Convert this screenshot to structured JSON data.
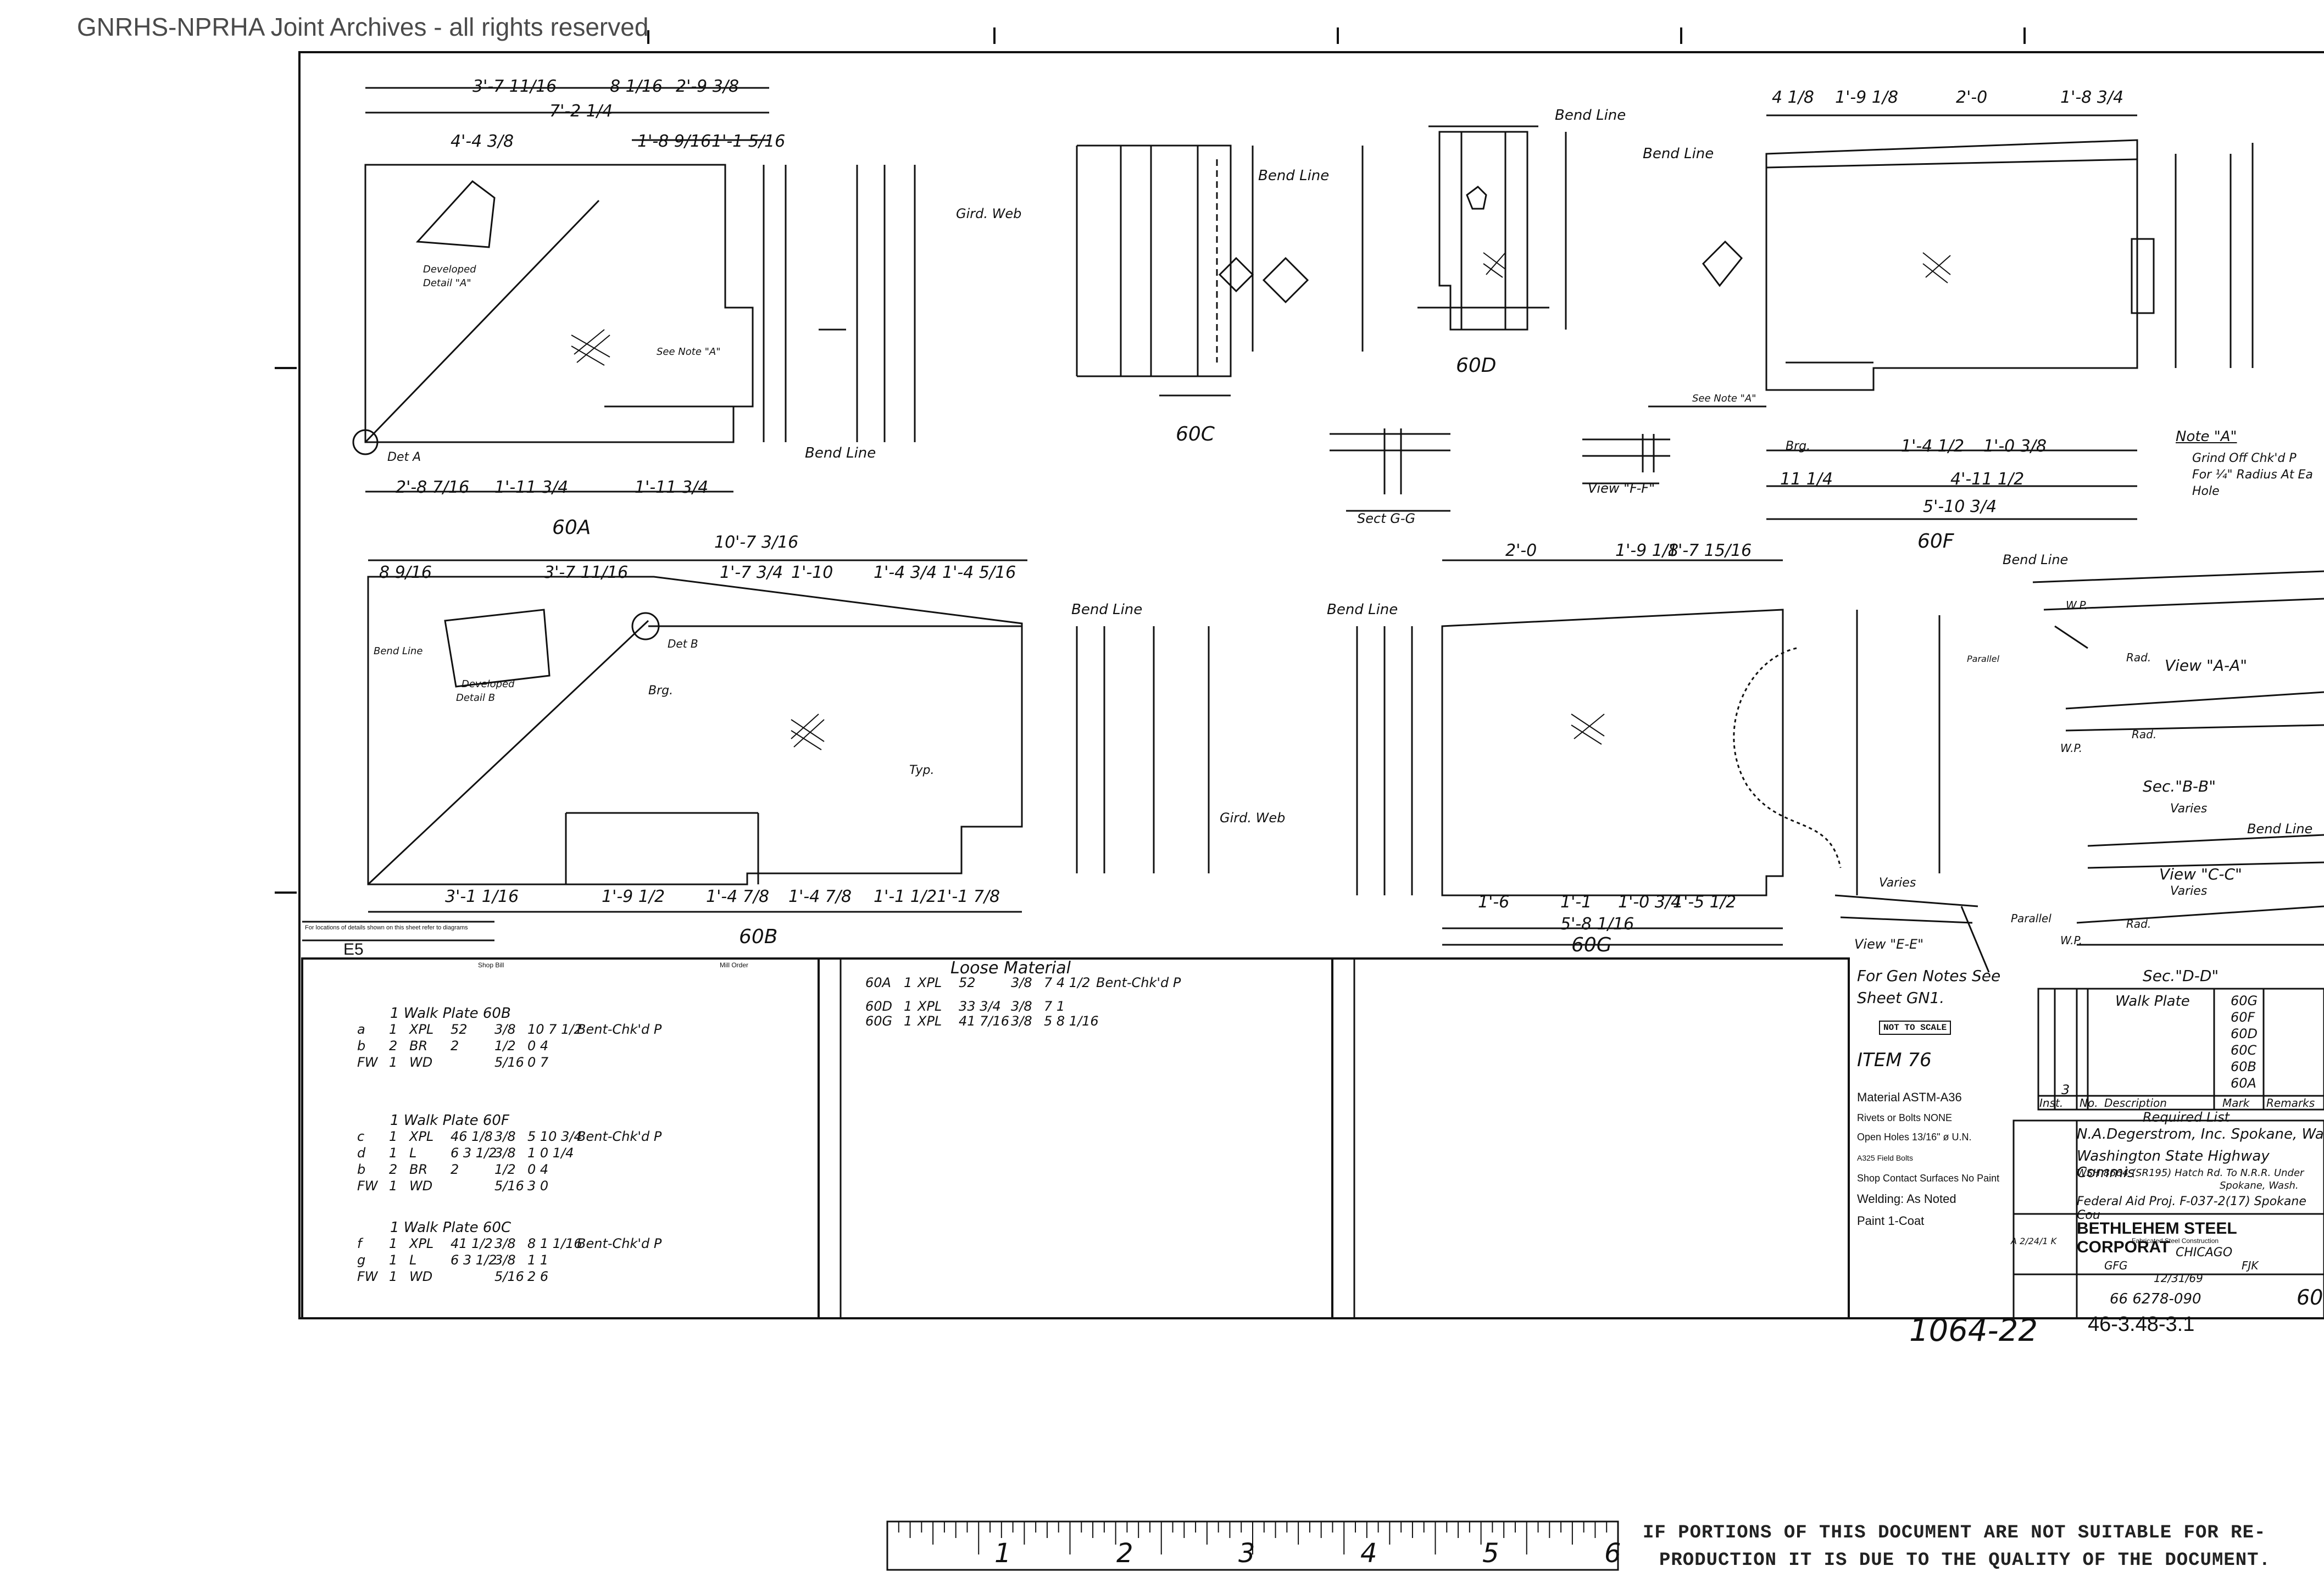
{
  "watermark": "GNRHS-NPRHA Joint Archives - all rights reserved",
  "views": {
    "a": "60A",
    "b": "60B",
    "c": "60C",
    "d": "60D",
    "f": "60F",
    "g": "60G"
  },
  "section_labels": {
    "ff": "View \"F-F\"",
    "gg": "Sect G-G",
    "aa": "View \"A-A\"",
    "bb": "Sec.\"B-B\"",
    "cc": "View \"C-C\"",
    "dd": "Sec.\"D-D\"",
    "ee": "View \"E-E\""
  },
  "callouts": {
    "bend_line": "Bend Line",
    "gird_web": "Gird. Web",
    "developed_a": "Developed",
    "detail_a": "Detail \"A\"",
    "detail_b": "Detail B",
    "det_a": "Det A",
    "det_b": "Det B",
    "see_note_a": "See Note \"A\"",
    "brg": "Brg.",
    "varies": "Varies",
    "parallel": "Parallel",
    "rad": "Rad.",
    "wp": "W.P.",
    "typ": "Typ."
  },
  "note_a": {
    "title": "Note \"A\"",
    "l1": "Grind Off Chk'd P",
    "l2": "For ¼\" Radius At Ea",
    "l3": "Hole"
  },
  "dims_60a": [
    "3'-7 11/16",
    "8 1/16",
    "2'-9 3/8",
    "7'-2 1/4",
    "4'-4 3/8",
    "1'-8 9/16",
    "1'-1 5/16",
    "2'-8 7/16",
    "1'-11 3/4",
    "1'-11 3/4"
  ],
  "dims_60b": [
    "10'-7 3/16",
    "8 9/16",
    "3'-7 11/16",
    "1'-7 3/4",
    "1'-10",
    "1'-4 3/4",
    "1'-4 5/16",
    "3'-1 1/16",
    "1'-9 1/2",
    "1'-4 7/8",
    "1'-4 7/8",
    "1'-1 1/2",
    "1'-1 7/8"
  ],
  "dims_60f": [
    "4 1/8",
    "1'-9 1/8",
    "2'-0",
    "1'-8 3/4",
    "1'-4 1/2",
    "1'-0 3/8",
    "4'-11 1/2",
    "5'-10 3/4",
    "11 1/4"
  ],
  "dims_60g": [
    "2'-0",
    "1'-9 1/8",
    "1'-7 15/16",
    "1'-6",
    "1'-1",
    "1'-0 3/4",
    "1'-5 1/2",
    "5'-8 1/16"
  ],
  "shop_bill": {
    "note": "For locations of details shown on this sheet refer to diagrams",
    "sheet_ref": "E5",
    "header": "Shop Bill",
    "mill_header": "Mill Order",
    "groups": [
      {
        "title": "1 Walk Plate 60B",
        "rows": [
          {
            "mark": "a",
            "no": "1",
            "shape": "XPL",
            "size": "52",
            "thick": "3/8",
            "length": "10 7 1/2",
            "remarks": "Bent-Chk'd P"
          },
          {
            "mark": "b",
            "no": "2",
            "shape": "BR",
            "size": "2",
            "thick": "1/2",
            "length": "0 4",
            "remarks": ""
          },
          {
            "mark": "FW",
            "no": "1",
            "shape": "WD",
            "size": "",
            "thick": "5/16",
            "length": "0 7",
            "remarks": ""
          }
        ]
      },
      {
        "title": "1 Walk Plate 60F",
        "rows": [
          {
            "mark": "c",
            "no": "1",
            "shape": "XPL",
            "size": "46 1/8",
            "thick": "3/8",
            "length": "5 10 3/4",
            "remarks": "Bent-Chk'd P"
          },
          {
            "mark": "d",
            "no": "1",
            "shape": "L",
            "size": "6 3 1/2",
            "thick": "3/8",
            "length": "1 0 1/4",
            "remarks": ""
          },
          {
            "mark": "b",
            "no": "2",
            "shape": "BR",
            "size": "2",
            "thick": "1/2",
            "length": "0 4",
            "remarks": ""
          },
          {
            "mark": "FW",
            "no": "1",
            "shape": "WD",
            "size": "",
            "thick": "5/16",
            "length": "3 0",
            "remarks": ""
          }
        ]
      },
      {
        "title": "1 Walk Plate 60C",
        "rows": [
          {
            "mark": "f",
            "no": "1",
            "shape": "XPL",
            "size": "41 1/2",
            "thick": "3/8",
            "length": "8 1 1/16",
            "remarks": "Bent-Chk'd P"
          },
          {
            "mark": "g",
            "no": "1",
            "shape": "L",
            "size": "6 3 1/2",
            "thick": "3/8",
            "length": "1 1",
            "remarks": ""
          },
          {
            "mark": "FW",
            "no": "1",
            "shape": "WD",
            "size": "",
            "thick": "5/16",
            "length": "2 6",
            "remarks": ""
          }
        ]
      }
    ]
  },
  "loose_material": {
    "title": "Loose Material",
    "rows": [
      {
        "mark": "60A",
        "no": "1",
        "shape": "XPL",
        "size": "52",
        "thick": "3/8",
        "length": "7 4 1/2",
        "remarks": "Bent-Chk'd P"
      },
      {
        "mark": "60D",
        "no": "1",
        "shape": "XPL",
        "size": "33 3/4",
        "thick": "3/8",
        "length": "7 1",
        "remarks": ""
      },
      {
        "mark": "60G",
        "no": "1",
        "shape": "XPL",
        "size": "41 7/16",
        "thick": "3/8",
        "length": "5 8 1/16",
        "remarks": ""
      }
    ]
  },
  "required_list": {
    "title": "Required List",
    "header": [
      "Inst.",
      "No.",
      "Description",
      "Mark",
      "Remarks"
    ],
    "description": "Walk Plate",
    "qty": "3",
    "marks": [
      "60G",
      "60F",
      "60D",
      "60C",
      "60B",
      "60A"
    ]
  },
  "general_notes": {
    "l1": "For Gen Notes See",
    "l2": "Sheet GN1.",
    "stamp": "NOT TO SCALE",
    "item": "ITEM 76",
    "material": "Material ASTM-A36",
    "rivets": "Rivets or Bolts NONE",
    "open_holes": "Open Holes 13/16\" ø U.N.",
    "a325": "A325 Field Bolts",
    "shop_contact": "Shop Contact Surfaces No Paint",
    "welding": "Welding: As Noted",
    "paint": "Paint 1-Coat"
  },
  "title_block": {
    "customer": "N.A.Degerstrom, Inc. Spokane, Wa",
    "owner": "Washington State Highway Commis",
    "structure": "WSH 8664 (SR195) Hatch Rd. To N.R.R. Under",
    "location": "Spokane, Wash.",
    "project": "Federal Aid Proj. F-037-2(17) Spokane Cou",
    "company": "BETHLEHEM STEEL CORPORAT",
    "subtitle": "Fabricated Steel Construction",
    "office": "CHICAGO",
    "made_by": "GFG",
    "in_charge": "FJK",
    "checked_date": "12/31/69",
    "contract": "66 6278-090",
    "drawing_no": "60",
    "revision_mark": "A 2/24/1 K"
  },
  "handwritten": {
    "sheet_no": "1064-22",
    "ref": "46-3.48-3.1"
  },
  "ruler_numbers": [
    "1",
    "2",
    "3",
    "4",
    "5",
    "6"
  ],
  "disclaimer": {
    "l1": "IF PORTIONS OF THIS DOCUMENT ARE NOT SUITABLE FOR RE-",
    "l2": "PRODUCTION IT IS DUE TO THE QUALITY OF THE DOCUMENT."
  }
}
